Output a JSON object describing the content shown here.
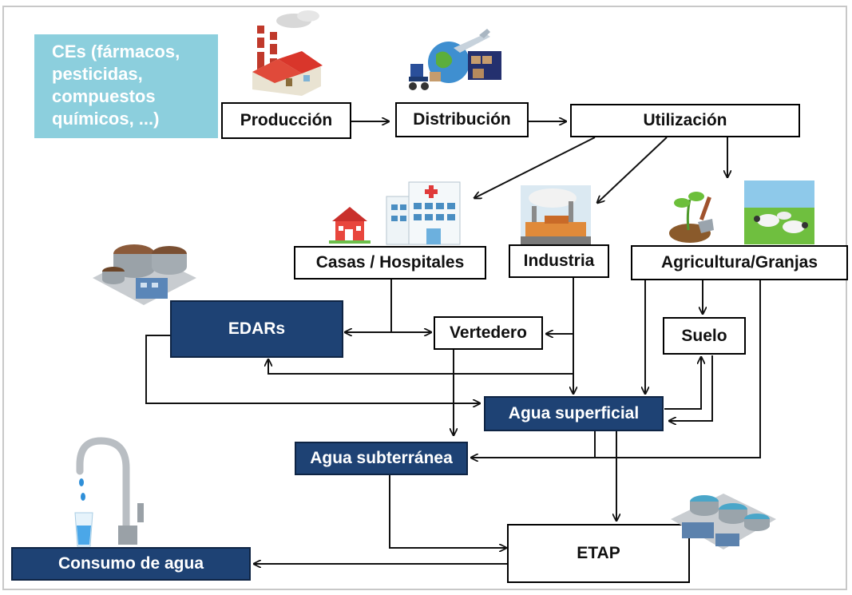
{
  "ces_lines": [
    "CEs (fármacos,",
    "pesticidas,",
    "compuestos",
    "químicos, ...)"
  ],
  "nodes": {
    "produccion": "Producción",
    "distribucion": "Distribución",
    "utilizacion": "Utilización",
    "casas_hospitales": "Casas / Hospitales",
    "industria": "Industria",
    "agricultura": "Agricultura/Granjas",
    "edars": "EDARs",
    "vertedero": "Vertedero",
    "suelo": "Suelo",
    "agua_superficial": "Agua superficial",
    "agua_subterranea": "Agua subterránea",
    "etap": "ETAP",
    "consumo": "Consumo de agua"
  },
  "colors": {
    "dark_blue_box": "#1e4274",
    "ces_box": "#8ccfdd",
    "arrow": "#111111"
  },
  "icons": [
    "factory-icon",
    "logistics-icon",
    "house-icon",
    "hospital-icon",
    "industry-icon",
    "plant-shovel-icon",
    "sheep-field-icon",
    "wastewater-plant-icon",
    "water-treatment-plant-icon",
    "water-tap-icon"
  ]
}
